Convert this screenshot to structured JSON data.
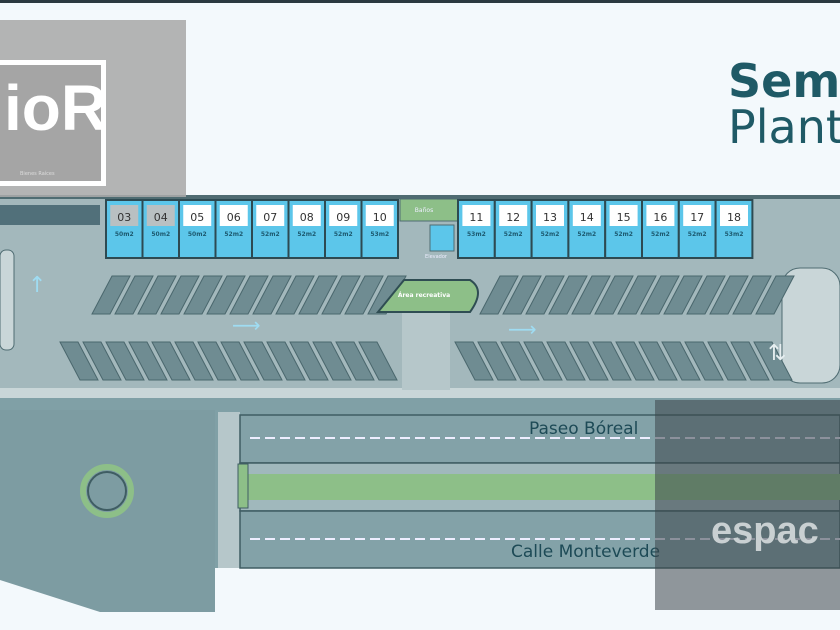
{
  "title": {
    "line1": "Sem",
    "line2": "Plant"
  },
  "logo": {
    "text": "ioR",
    "subtitle": "Bienes Raíces"
  },
  "watermark": "espac",
  "units_left": [
    {
      "number": "03",
      "area": "50m2",
      "status": "taken"
    },
    {
      "number": "04",
      "area": "50m2",
      "status": "taken"
    },
    {
      "number": "05",
      "area": "50m2",
      "status": "available"
    },
    {
      "number": "06",
      "area": "52m2",
      "status": "available"
    },
    {
      "number": "07",
      "area": "52m2",
      "status": "available"
    },
    {
      "number": "08",
      "area": "52m2",
      "status": "available"
    },
    {
      "number": "09",
      "area": "52m2",
      "status": "available"
    },
    {
      "number": "10",
      "area": "53m2",
      "status": "available"
    }
  ],
  "units_right": [
    {
      "number": "11",
      "area": "53m2",
      "status": "available"
    },
    {
      "number": "12",
      "area": "52m2",
      "status": "available"
    },
    {
      "number": "13",
      "area": "52m2",
      "status": "available"
    },
    {
      "number": "14",
      "area": "52m2",
      "status": "available"
    },
    {
      "number": "15",
      "area": "52m2",
      "status": "available"
    },
    {
      "number": "16",
      "area": "52m2",
      "status": "available"
    },
    {
      "number": "17",
      "area": "52m2",
      "status": "available"
    },
    {
      "number": "18",
      "area": "53m2",
      "status": "available"
    }
  ],
  "amenities": {
    "bathrooms": "Baños",
    "elevator": "Elevador",
    "recreation": "Área recreativa"
  },
  "streets": {
    "north": "Paseo Bóreal",
    "south": "Calle Monteverde"
  },
  "colors": {
    "unit": "#5cc6ea",
    "green": "#8dbf88",
    "lot": "#a3b8bc",
    "stall": "#6f8c92",
    "road": "#80a0a6",
    "text": "#1f5a66"
  }
}
